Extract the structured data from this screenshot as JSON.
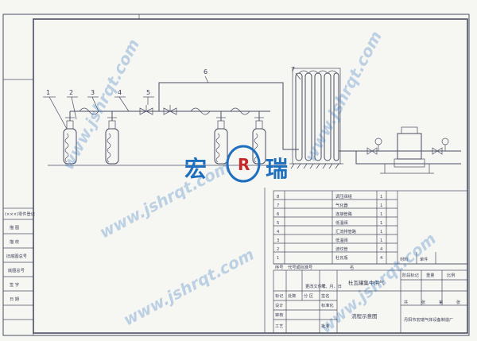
{
  "leaders": [
    "1",
    "2",
    "3",
    "4",
    "5",
    "6",
    "7"
  ],
  "logo": {
    "text_left": "宏",
    "letter": "R",
    "text_right": "瑞",
    "color_blue": "#1f6fbf",
    "color_red": "#c62828"
  },
  "watermarks": [
    "www.jshrqt.com",
    "www.jshrqt.com",
    "www.jshrqt.com",
    "www.jshrqt.com",
    "www.jshrqt.com"
  ],
  "parts_list": {
    "rows": [
      {
        "no": "8",
        "name": "调压阀组",
        "qty": "1"
      },
      {
        "no": "7",
        "name": "气化器",
        "qty": "1"
      },
      {
        "no": "6",
        "name": "连接管路",
        "qty": "1"
      },
      {
        "no": "5",
        "name": "低温阀",
        "qty": "1"
      },
      {
        "no": "4",
        "name": "汇流排管路",
        "qty": "1"
      },
      {
        "no": "3",
        "name": "低温阀",
        "qty": "1"
      },
      {
        "no": "2",
        "name": "波纹管",
        "qty": "4"
      },
      {
        "no": "1",
        "name": "杜瓦瓶",
        "qty": "4"
      }
    ],
    "header": {
      "no": "序号",
      "code": "代号或标准号",
      "name": "名",
      "material": "材料",
      "weight": "单件"
    }
  },
  "left_column": {
    "top": "(×××)零件登记",
    "items": [
      "描 图",
      "描 校",
      "旧底图总号",
      "底图总号",
      "签 字",
      "日 期"
    ]
  },
  "title_block": {
    "title": "杜瓦罐集中供气",
    "subtitle": "流程示意图",
    "company": "丹阳市宏瑞气体设备制造厂",
    "rev_row": [
      "标记",
      "处数",
      "分 区",
      "更改文件号",
      "签名",
      "年、月、日"
    ],
    "design_row": [
      "设计",
      "标准化"
    ],
    "check_row": [
      "审核"
    ],
    "process_row": [
      "工艺",
      "批准"
    ],
    "stage_header": [
      "阶段标记",
      "重量",
      "比例"
    ],
    "sheet_info": [
      "共",
      "张",
      "第",
      "张"
    ]
  }
}
